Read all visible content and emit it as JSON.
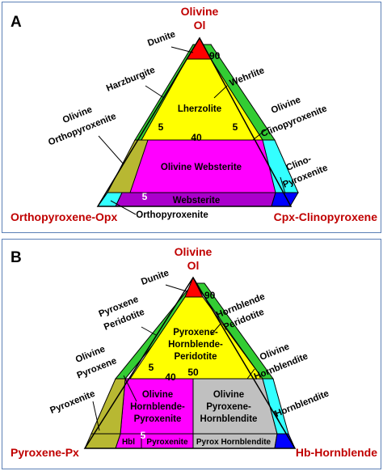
{
  "panel_a": {
    "letter": "A",
    "apex_title": "Olivine",
    "apex_symbol": "Ol",
    "left_corner": "Orthopyroxene-Opx",
    "right_corner": "Cpx-Clinopyroxene",
    "num_90": "90",
    "num_40": "40",
    "num_5_left": "5",
    "num_5_right": "5",
    "num_5_bottom": "5",
    "region_lherzolite": "Lherzolite",
    "region_websterite_ol": "Olivine Websterite",
    "region_websterite": "Websterite",
    "labels": {
      "dunite": "Dunite",
      "harzburgite": "Harzburgite",
      "olivine_orthopyroxenite_1": "Olivine",
      "olivine_orthopyroxenite_2": "Orthopyroxenite",
      "orthopyroxenite": "Orthopyroxenite",
      "wehrlite": "Wehrlite",
      "olivine_clinopyroxenite_1": "Olivine",
      "olivine_clinopyroxenite_2": "Clinopyroxenite",
      "clinopyroxenite_1": "Clino-",
      "clinopyroxenite_2": "Pyroxenite"
    }
  },
  "panel_b": {
    "letter": "B",
    "apex_title": "Olivine",
    "apex_symbol": "Ol",
    "left_corner": "Pyroxene-Px",
    "right_corner": "Hb-Hornblende",
    "num_90": "90",
    "num_40": "40",
    "num_50": "50",
    "num_5_left": "5",
    "num_5_bottom": "5",
    "region_pyx_hbl_peridotite_1": "Pyroxene-",
    "region_pyx_hbl_peridotite_2": "Hornblende-",
    "region_pyx_hbl_peridotite_3": "Peridotite",
    "region_ol_hbl_pyroxenite_1": "Olivine",
    "region_ol_hbl_pyroxenite_2": "Hornblende-",
    "region_ol_hbl_pyroxenite_3": "Pyroxenite",
    "region_ol_pyx_hornblendite_1": "Olivine",
    "region_ol_pyx_hornblendite_2": "Pyroxene-",
    "region_ol_pyx_hornblendite_3": "Hornblendite",
    "region_hbl_pyroxenite_a": "Hbl",
    "region_hbl_pyroxenite_b": "Pyroxenite",
    "region_pyrox_hornblendite": "Pyrox Hornblendite",
    "labels": {
      "dunite": "Dunite",
      "pyroxene_peridotite_1": "Pyroxene",
      "pyroxene_peridotite_2": "Peridotite",
      "olivine_pyroxene_1": "Olivine",
      "olivine_pyroxene_2": "Pyroxene",
      "pyroxenite": "Pyroxenite",
      "hornblende_peridotite_1": "Hornblende",
      "hornblende_peridotite_2": "Peridotite",
      "olivine_hornblendite_1": "Olivine",
      "olivine_hornblendite_2": "Hornblendite",
      "hornblendite": "Hornblendite"
    }
  },
  "colors": {
    "dunite": "#ff0000",
    "ol_rich": "#ffff00",
    "ol_mid": "#ff00ff",
    "green_band": "#33cc33",
    "olive_band": "#b8b832",
    "cyan": "#33ffff",
    "purple_band": "#aa00cc",
    "blue_corner": "#0000ff",
    "gray": "#c0c0c0",
    "red_text": "#c00000"
  }
}
